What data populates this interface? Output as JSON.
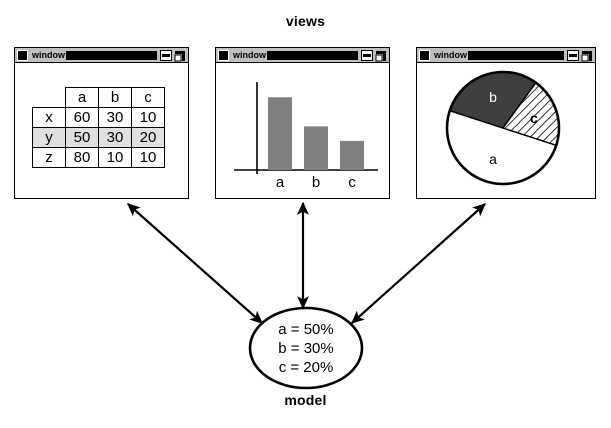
{
  "diagram": {
    "views_label": "views",
    "model_label": "model"
  },
  "windows": [
    {
      "title": "window",
      "sysmenu_icon": "system-menu-icon",
      "minimize_icon": "minimize-icon",
      "maximize_icon": "maximize-icon",
      "content_kind": "table"
    },
    {
      "title": "window",
      "sysmenu_icon": "system-menu-icon",
      "minimize_icon": "minimize-icon",
      "maximize_icon": "maximize-icon",
      "content_kind": "bar-chart"
    },
    {
      "title": "window",
      "sysmenu_icon": "system-menu-icon",
      "minimize_icon": "minimize-icon",
      "maximize_icon": "maximize-icon",
      "content_kind": "pie-chart"
    }
  ],
  "table_view": {
    "corner": "",
    "columns": [
      "a",
      "b",
      "c"
    ],
    "rows": [
      {
        "label": "x",
        "values": [
          "60",
          "30",
          "10"
        ],
        "shaded": false
      },
      {
        "label": "y",
        "values": [
          "50",
          "30",
          "20"
        ],
        "shaded": true
      },
      {
        "label": "z",
        "values": [
          "80",
          "10",
          "10"
        ],
        "shaded": false
      }
    ]
  },
  "model_node": {
    "lines": [
      "a = 50%",
      "b = 30%",
      "c = 20%"
    ]
  },
  "chart_data": [
    {
      "type": "bar",
      "title": "",
      "categories": [
        "a",
        "b",
        "c"
      ],
      "values": [
        50,
        30,
        20
      ],
      "xlabel": "",
      "ylabel": "",
      "ylim": [
        0,
        55
      ],
      "grid": false,
      "legend": "none",
      "bar_color": "#808080"
    },
    {
      "type": "pie",
      "title": "",
      "labels": [
        "a",
        "b",
        "c"
      ],
      "values": [
        50,
        30,
        20
      ],
      "colors": [
        "#ffffff",
        "#3f3f3f",
        "hatched-white"
      ],
      "legend": "none",
      "start_angle_deg": 108,
      "direction": "clockwise"
    }
  ],
  "colors": {
    "titlebar": "#c0c0c0",
    "outline": "#000000",
    "bar_fill": "#808080",
    "pie_dark": "#3f3f3f",
    "table_shade": "#e0e0e0",
    "background": "#ffffff"
  }
}
